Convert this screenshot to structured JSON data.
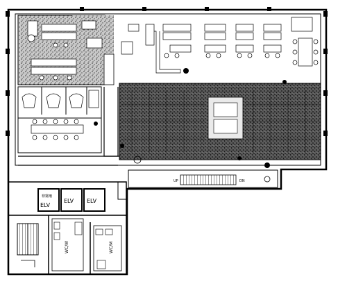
{
  "plan": {
    "elevators": [
      {
        "label": "ELV",
        "sublabel": "非常用"
      },
      {
        "label": "ELV",
        "sublabel": ""
      },
      {
        "label": "ELV",
        "sublabel": ""
      }
    ],
    "restrooms": {
      "women": "WC/W",
      "men": "WC/M"
    },
    "stair_labels": {
      "up": "UP",
      "dn": "DN"
    }
  }
}
